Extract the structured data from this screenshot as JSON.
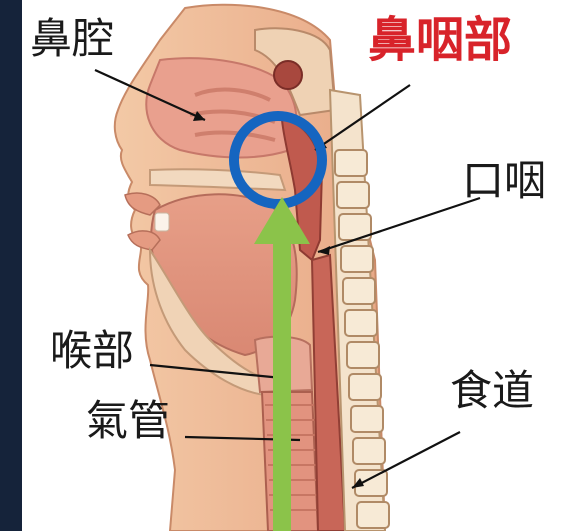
{
  "title": "鼻咽部",
  "colors": {
    "background": "#15233a",
    "panel": "#ffffff",
    "title": "#d8232a",
    "circle": "#1565c0",
    "arrow": "#8bc34a"
  },
  "labels": {
    "nasal_cavity": "鼻腔",
    "oropharynx": "口咽",
    "laryngopharynx": "喉部",
    "trachea": "氣管",
    "esophagus": "食道"
  },
  "annotations": {
    "circle": "circle-marker",
    "arrow": "up-arrow"
  }
}
